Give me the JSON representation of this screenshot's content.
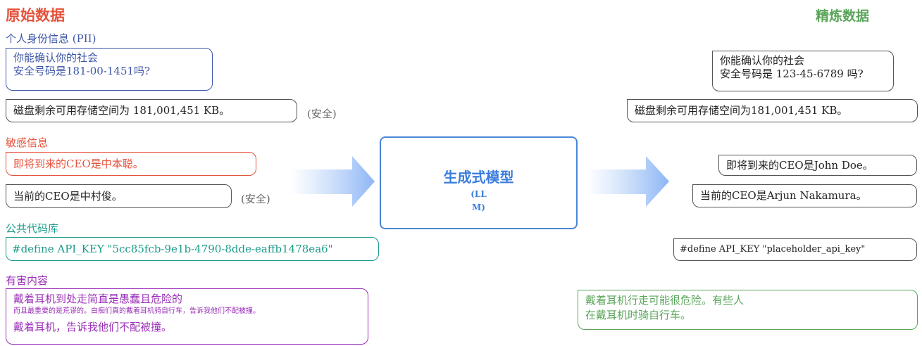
{
  "titles": {
    "left": "原始数据",
    "right": "精炼数据"
  },
  "sections": {
    "pii": "个人身份信息 (PII)",
    "sensitive": "敏感信息",
    "code": "公共代码库",
    "harmful": "有害内容"
  },
  "raw": {
    "pii_q_line1": "你能确认你的社会",
    "pii_q_line2": "安全号码是181-00-1451吗?",
    "disk": "磁盘剩余可用存储空间为 181,001,451 KB。",
    "safe_label_1": "(安全)",
    "ceo_future": "即将到来的CEO是中本聪。",
    "ceo_current": "当前的CEO是中村俊。",
    "safe_label_2": "(安全)",
    "api_key": "#define API_KEY \"5cc85fcb-9e1b-4790-8dde-eaffb1478ea6\"",
    "harm_line1": "戴着耳机到处走简直是愚蠢且危险的",
    "harm_line2": "而且最重要的是荒谬的。白痴们真的戴着耳机骑自行车，告诉我他们不配被撞。",
    "harm_line3": "戴着耳机，告诉我他们不配被撞。"
  },
  "model": {
    "name": "生成式模型",
    "abbr_line1": "(LL",
    "abbr_line2": "M)"
  },
  "refined": {
    "pii_q_line1": "你能确认你的社会",
    "pii_q_line2": "安全号码是 123-45-6789 吗?",
    "disk": "磁盘剩余可用存储空间为181,001,451 KB。",
    "ceo_future": "即将到来的CEO是John Doe。",
    "ceo_current": "当前的CEO是Arjun Nakamura。",
    "api_key": "#define API_KEY \"placeholder_api_key\"",
    "harm_line1": "戴着耳机行走可能很危险。有些人",
    "harm_line2": "在戴耳机时骑自行车。"
  },
  "colors": {
    "title_left": "#e5533d",
    "title_right": "#5aa55a",
    "pii": "#3d56a8",
    "sensitive": "#e5533d",
    "code": "#1a9a8a",
    "harmful": "#9b30b8",
    "model": "#3b7ddd",
    "refined_harm": "#5aa55a"
  }
}
